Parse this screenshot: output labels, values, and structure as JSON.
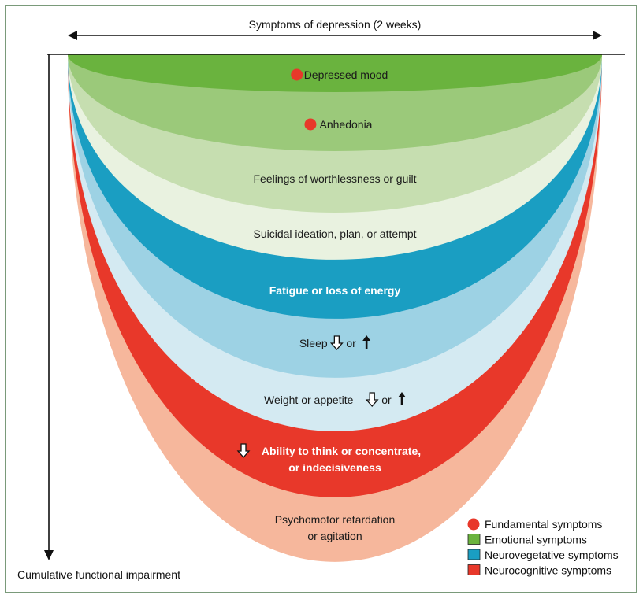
{
  "header": {
    "timeline_label": "Symptoms of depression (2 weeks)"
  },
  "axis": {
    "y_label": "Cumulative functional impairment"
  },
  "colors": {
    "emotional": "#6ab33e",
    "neurovegetative": "#1a9ec2",
    "neurocognitive": "#e8382a",
    "fundamental_dot": "#e8382a",
    "frame": "#7a9a7a"
  },
  "bands": [
    {
      "id": "depressed-mood",
      "lines": [
        "Depressed mood"
      ],
      "category": "emotional",
      "fundamental": true,
      "fill": "#6ab33e",
      "text_color": "#1a1a1a",
      "bold": false
    },
    {
      "id": "anhedonia",
      "lines": [
        "Anhedonia"
      ],
      "category": "emotional",
      "fundamental": true,
      "fill": "#9bc97a",
      "text_color": "#1a1a1a",
      "bold": false
    },
    {
      "id": "worthlessness",
      "lines": [
        "Feelings of worthlessness or guilt"
      ],
      "category": "emotional",
      "fundamental": false,
      "fill": "#c6deb0",
      "text_color": "#1a1a1a",
      "bold": false
    },
    {
      "id": "suicidal",
      "lines": [
        "Suicidal ideation, plan, or attempt"
      ],
      "category": "emotional",
      "fundamental": false,
      "fill": "#e9f2e0",
      "text_color": "#1a1a1a",
      "bold": false
    },
    {
      "id": "fatigue",
      "lines": [
        "Fatigue or loss of energy"
      ],
      "category": "neurovegetative",
      "fundamental": false,
      "fill": "#1a9ec2",
      "text_color": "#ffffff",
      "bold": true
    },
    {
      "id": "sleep",
      "lines": [
        "Sleep"
      ],
      "suffix": "or",
      "category": "neurovegetative",
      "fundamental": false,
      "fill": "#9dd2e4",
      "text_color": "#1a1a1a",
      "bold": false,
      "arrows": true
    },
    {
      "id": "weight",
      "lines": [
        "Weight or appetite"
      ],
      "suffix": "or",
      "category": "neurovegetative",
      "fundamental": false,
      "fill": "#d4eaf2",
      "text_color": "#1a1a1a",
      "bold": false,
      "arrows": true
    },
    {
      "id": "concentrate",
      "lines": [
        "Ability to think or concentrate,",
        "or indecisiveness"
      ],
      "category": "neurocognitive",
      "fundamental": false,
      "fill": "#e8382a",
      "text_color": "#ffffff",
      "bold": true,
      "down_arrow": true
    },
    {
      "id": "psychomotor",
      "lines": [
        "Psychomotor retardation",
        "or agitation"
      ],
      "category": "neurocognitive",
      "fundamental": false,
      "fill": "#f6b79c",
      "text_color": "#1a1a1a",
      "bold": false
    }
  ],
  "legend": [
    {
      "shape": "circle",
      "color": "#e8382a",
      "label": "Fundamental symptoms"
    },
    {
      "shape": "square",
      "color": "#6ab33e",
      "label": "Emotional symptoms"
    },
    {
      "shape": "square",
      "color": "#1a9ec2",
      "label": "Neurovegetative symptoms"
    },
    {
      "shape": "square",
      "color": "#e8382a",
      "label": "Neurocognitive symptoms"
    }
  ]
}
